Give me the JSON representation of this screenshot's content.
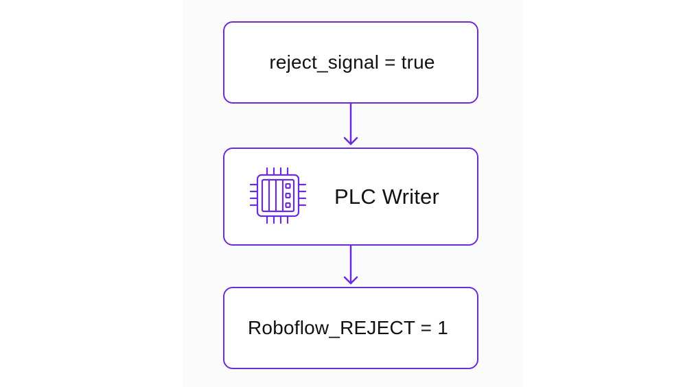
{
  "diagram": {
    "nodes": [
      {
        "id": "input",
        "label": "reject_signal = true"
      },
      {
        "id": "writer",
        "label": "PLC Writer",
        "icon": "plc-chip-icon"
      },
      {
        "id": "output",
        "label": "Roboflow_REJECT = 1"
      }
    ],
    "edges": [
      {
        "from": "input",
        "to": "writer"
      },
      {
        "from": "writer",
        "to": "output"
      }
    ],
    "colors": {
      "accent": "#6a2bd9",
      "text": "#111111",
      "background": "#ffffff"
    }
  }
}
